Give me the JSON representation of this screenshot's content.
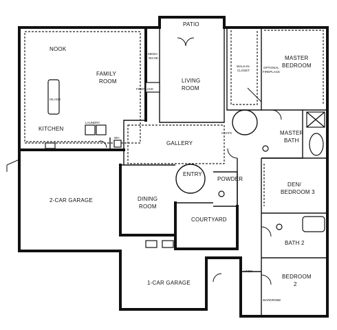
{
  "rooms": {
    "patio": "PATIO",
    "nook": "NOOK",
    "family_room": [
      "FAMILY",
      "ROOM"
    ],
    "living_room": [
      "LIVING",
      "ROOM"
    ],
    "master_bedroom": [
      "MASTER",
      "BEDROOM"
    ],
    "kitchen": "KITCHEN",
    "gallery": "GALLERY",
    "master_bath": [
      "MASTER",
      "BATH"
    ],
    "entry": "ENTRY",
    "powder": "POWDER",
    "den_bedroom_3": [
      "DEN/",
      "BEDROOM 3"
    ],
    "two_car_garage": "2-CAR GARAGE",
    "dining_room": [
      "DINING",
      "ROOM"
    ],
    "courtyard": "COURTYARD",
    "bath_2": "BATH 2",
    "one_car_garage": "1-CAR GARAGE",
    "bedroom_2": [
      "BEDROOM",
      "2"
    ]
  },
  "small_labels": {
    "walk_in_closet": [
      "WALK-IN",
      "CLOSET"
    ],
    "optional_fireplace": [
      "OPTIONAL",
      "FIREPLACE"
    ],
    "fireplace": "FIREPLACE",
    "island": "ISLAND",
    "laundry": "LAUNDRY",
    "linen": "LINEN",
    "wardrobe": "WARDROBE",
    "coats": "COATS",
    "media_niche": [
      "MEDIA",
      "NICHE"
    ],
    "wh": "WH"
  }
}
